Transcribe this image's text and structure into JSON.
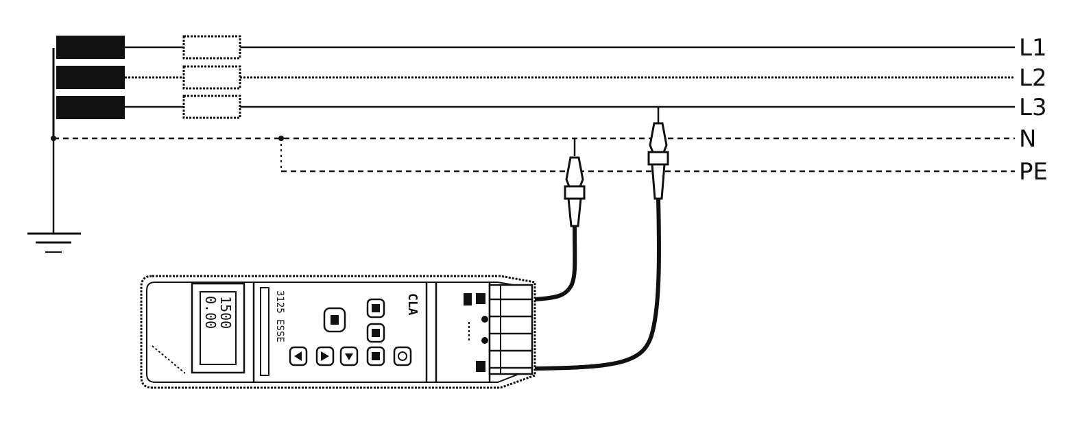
{
  "diagram": {
    "conductors": [
      {
        "id": "l1",
        "label": "L1",
        "style": "solid"
      },
      {
        "id": "l2",
        "label": "L2",
        "style": "dotted"
      },
      {
        "id": "l3",
        "label": "L3",
        "style": "solid"
      },
      {
        "id": "n",
        "label": "N",
        "style": "dashed"
      },
      {
        "id": "pe",
        "label": "PE",
        "style": "dashed"
      }
    ],
    "meter": {
      "display_line1": "0.00",
      "display_line2": "1500",
      "model_text": "3125 ESSE",
      "brand_text": "CLA"
    },
    "colors": {
      "ink": "#111111",
      "background": "#ffffff"
    }
  }
}
